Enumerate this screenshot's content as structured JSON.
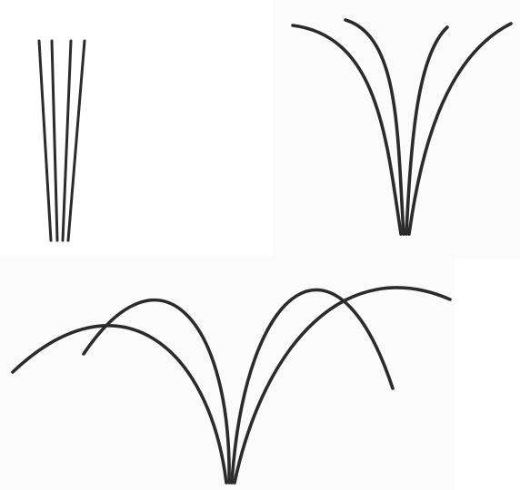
{
  "figure": {
    "panels": [
      {
        "name": "narrow-stems-group",
        "stem_count": 4
      },
      {
        "name": "v-shaped-arcs-group",
        "stem_count": 4
      },
      {
        "name": "fountain-arcs-group",
        "stem_count": 4
      }
    ],
    "colors": {
      "ink": "#2b2b2b",
      "paper": "#ffffff",
      "panel_tint": "#fbfbfb"
    }
  }
}
